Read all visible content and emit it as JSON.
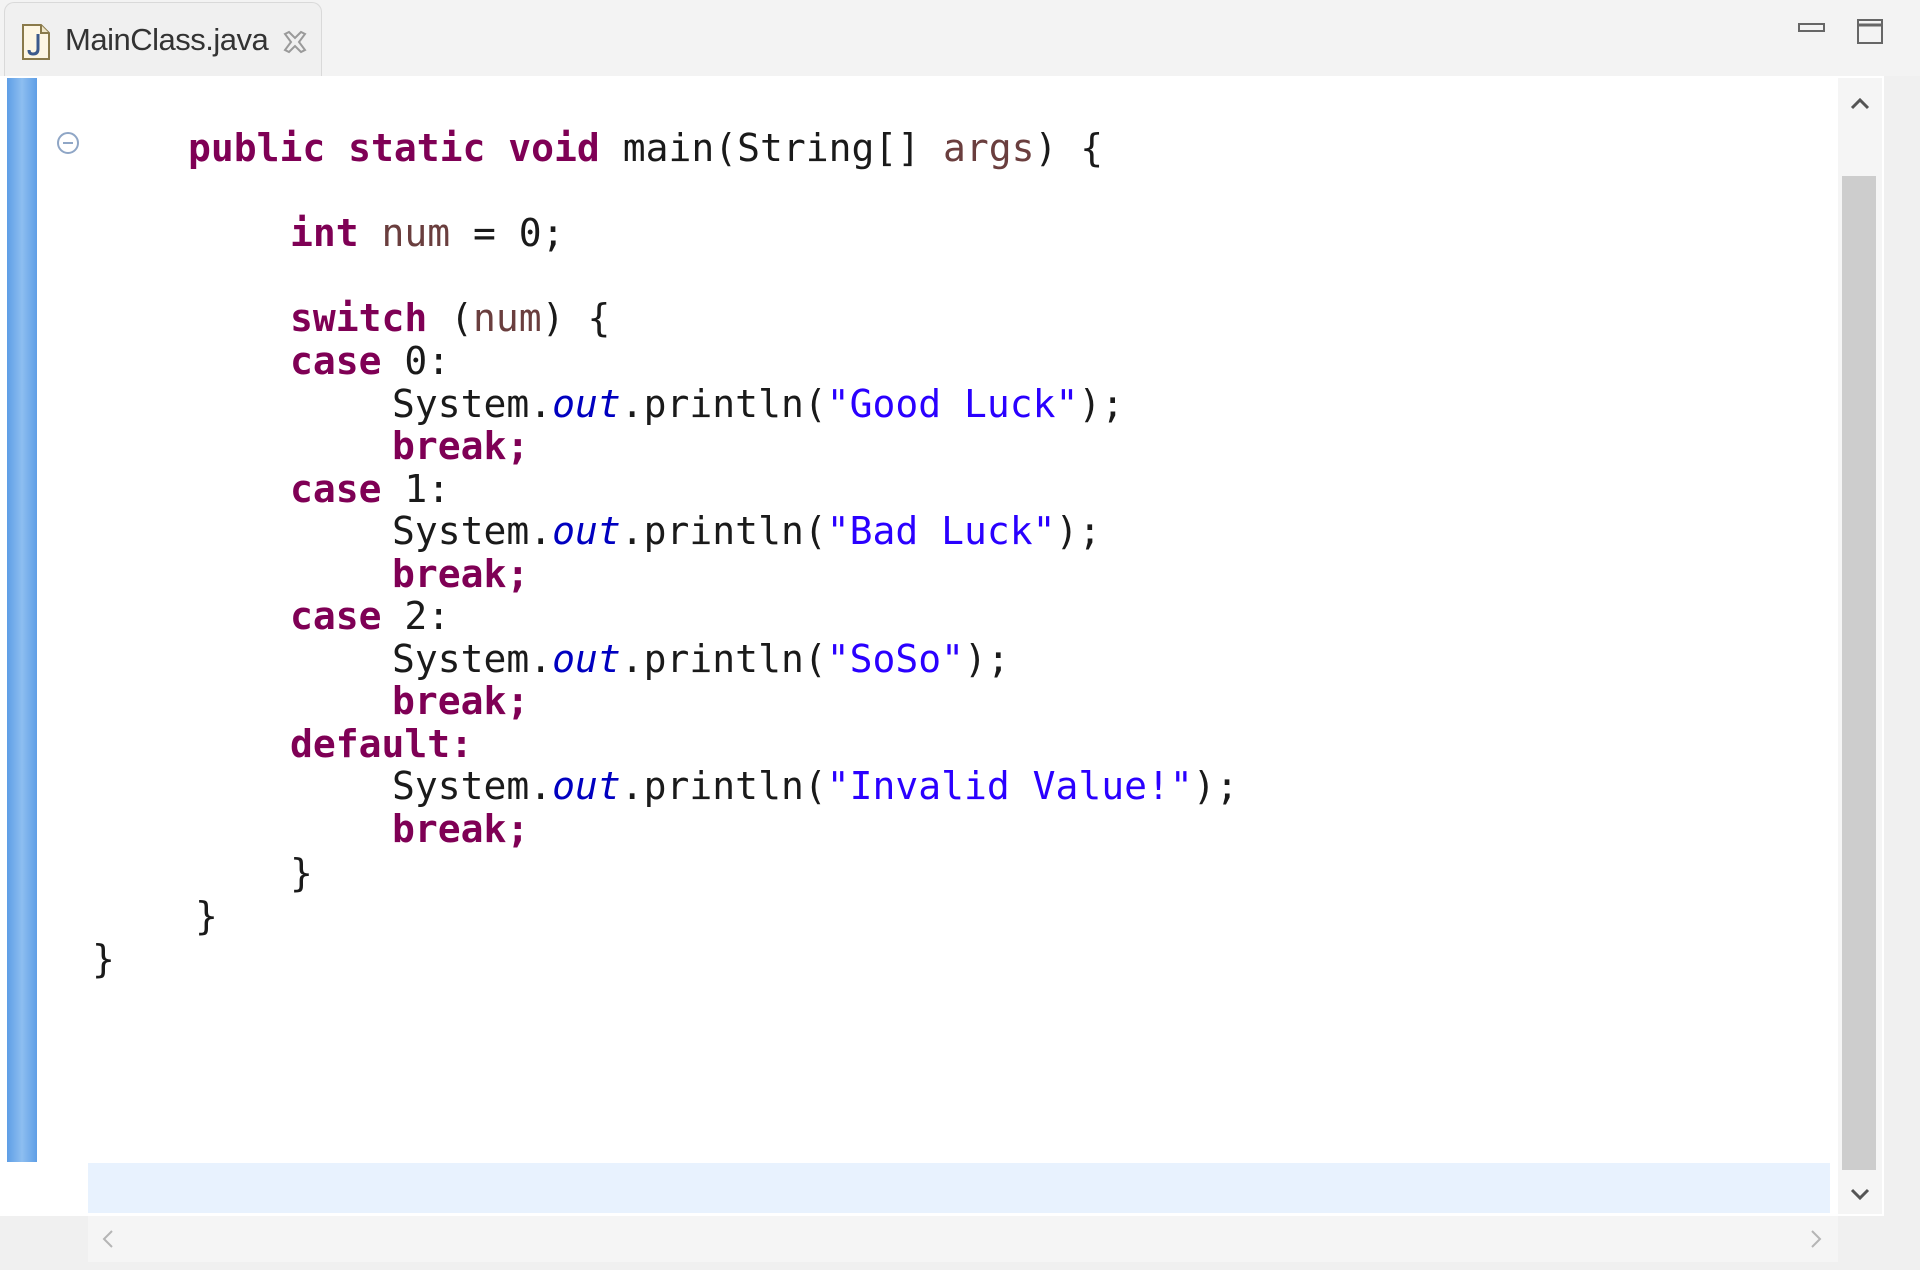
{
  "tab": {
    "filename": "MainClass.java"
  },
  "code_lines": [
    [
      {
        "t": "public static void ",
        "c": "kw"
      },
      {
        "t": "main(String[] ",
        "c": ""
      },
      {
        "t": "args",
        "c": "var"
      },
      {
        "t": ") {",
        "c": ""
      }
    ],
    [],
    [
      {
        "t": "int ",
        "c": "kw"
      },
      {
        "t": "num",
        "c": "var"
      },
      {
        "t": " = 0;",
        "c": ""
      }
    ],
    [],
    [
      {
        "t": "switch ",
        "c": "kw"
      },
      {
        "t": "(",
        "c": ""
      },
      {
        "t": "num",
        "c": "var"
      },
      {
        "t": ") {",
        "c": ""
      }
    ],
    [
      {
        "t": "case ",
        "c": "kw"
      },
      {
        "t": "0:",
        "c": ""
      }
    ],
    [
      {
        "t": "System.",
        "c": ""
      },
      {
        "t": "out",
        "c": "fld"
      },
      {
        "t": ".println(",
        "c": ""
      },
      {
        "t": "\"Good Luck\"",
        "c": "str"
      },
      {
        "t": ");",
        "c": ""
      }
    ],
    [
      {
        "t": "break;",
        "c": "kw"
      }
    ],
    [
      {
        "t": "case ",
        "c": "kw"
      },
      {
        "t": "1:",
        "c": ""
      }
    ],
    [
      {
        "t": "System.",
        "c": ""
      },
      {
        "t": "out",
        "c": "fld"
      },
      {
        "t": ".println(",
        "c": ""
      },
      {
        "t": "\"Bad Luck\"",
        "c": "str"
      },
      {
        "t": ");",
        "c": ""
      }
    ],
    [
      {
        "t": "break;",
        "c": "kw"
      }
    ],
    [
      {
        "t": "case ",
        "c": "kw"
      },
      {
        "t": "2:",
        "c": ""
      }
    ],
    [
      {
        "t": "System.",
        "c": ""
      },
      {
        "t": "out",
        "c": "fld"
      },
      {
        "t": ".println(",
        "c": ""
      },
      {
        "t": "\"SoSo\"",
        "c": "str"
      },
      {
        "t": ");",
        "c": ""
      }
    ],
    [
      {
        "t": "break;",
        "c": "kw"
      }
    ],
    [
      {
        "t": "default:",
        "c": "kw"
      }
    ],
    [
      {
        "t": "System.",
        "c": ""
      },
      {
        "t": "out",
        "c": "fld"
      },
      {
        "t": ".println(",
        "c": ""
      },
      {
        "t": "\"Invalid Value!\"",
        "c": "str"
      },
      {
        "t": ");",
        "c": ""
      }
    ],
    [
      {
        "t": "break;",
        "c": "kw"
      }
    ],
    [
      {
        "t": "}",
        "c": ""
      }
    ],
    [
      {
        "t": "}",
        "c": ""
      }
    ],
    [
      {
        "t": "}",
        "c": ""
      }
    ]
  ],
  "colors": {
    "keyword": "#7f0055",
    "string": "#2a00ff",
    "static_field": "#0000c0",
    "local_variable": "#6a3e3e",
    "change_ruler": "#6fa9e8",
    "current_line": "#e8f2fe"
  },
  "icons": {
    "tab_icon": "java-file-icon",
    "tab_close": "close-icon",
    "minimize": "minimize-icon",
    "maximize": "maximize-icon",
    "fold": "collapse-icon",
    "scroll_up": "chevron-up-icon",
    "scroll_down": "chevron-down-icon",
    "scroll_left": "chevron-left-icon",
    "scroll_right": "chevron-right-icon"
  }
}
